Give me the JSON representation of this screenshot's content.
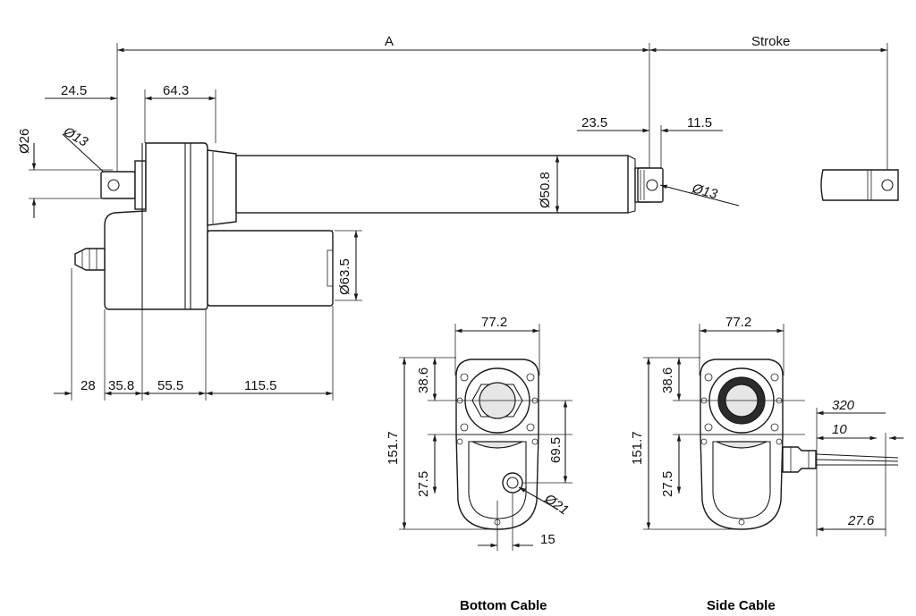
{
  "side_view": {
    "dim_a": "A",
    "dim_stroke": "Stroke",
    "dim_24_5": "24.5",
    "dim_64_3": "64.3",
    "dim_23_5": "23.5",
    "dim_11_5": "11.5",
    "dia_26": "Ø26",
    "dia_13_rear": "Ø13",
    "dia_13_front": "Ø13",
    "dia_50_8": "Ø50.8",
    "dia_63_5": "Ø63.5",
    "dim_28": "28",
    "dim_35_8": "35.8",
    "dim_55_5": "55.5",
    "dim_115_5": "115.5"
  },
  "bottom_cable_view": {
    "caption": "Bottom Cable",
    "dim_width": "77.2",
    "dim_38_6": "38.6",
    "dim_151_7": "151.7",
    "dim_27_5": "27.5",
    "dim_69_5": "69.5",
    "dia_21": "Ø21",
    "dim_15": "15"
  },
  "side_cable_view": {
    "caption": "Side Cable",
    "dim_width": "77.2",
    "dim_38_6": "38.6",
    "dim_151_7": "151.7",
    "dim_27_5": "27.5",
    "dim_320": "320",
    "dim_10": "10",
    "dim_27_6": "27.6"
  },
  "colors": {
    "line": "#1a1a1a",
    "fill": "#ffffff",
    "shade": "#e6e6e6"
  }
}
